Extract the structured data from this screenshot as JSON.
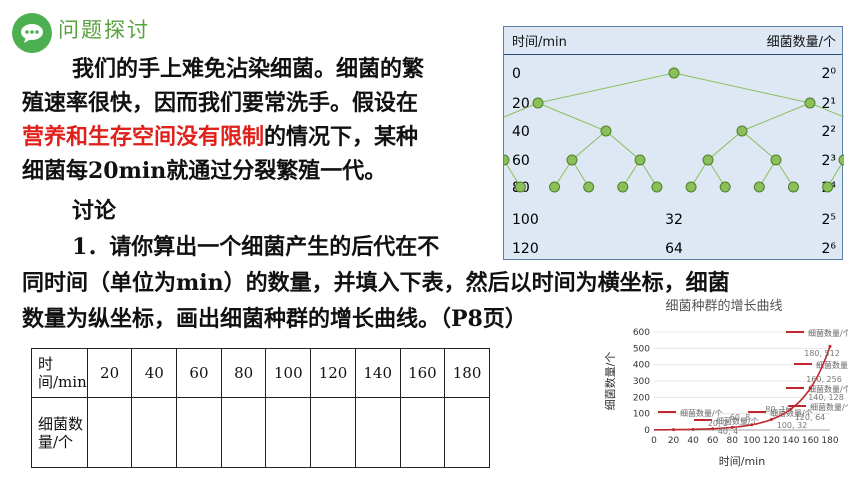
{
  "header": {
    "title": "问题探讨"
  },
  "text": {
    "p1_line1": "我们的手上难免沾染细菌。细菌的繁",
    "p1_line2": "殖速率很快，因而我们要常洗手。假设在",
    "p1_line3_red": "营养和生存空间没有限制",
    "p1_line3_rest": "的情况下，某种",
    "p1_line4": "细菌每20min就通过分裂繁殖一代。",
    "discuss": "讨论",
    "q1_line1": "1．请你算出一个细菌产生的后代在不",
    "q1_line2": "同时间（单位为min）的数量，并填入下表，然后以时间为横坐标，细菌",
    "q1_line3": "数量为纵坐标，画出细菌种群的增长曲线。（P8页）"
  },
  "tree_panel": {
    "header_left": "时间/min",
    "header_right": "细菌数量/个",
    "rows": [
      {
        "time": "0",
        "count": "",
        "exp": "2⁰"
      },
      {
        "time": "20",
        "count": "",
        "exp": "2¹"
      },
      {
        "time": "40",
        "count": "",
        "exp": "2²"
      },
      {
        "time": "60",
        "count": "",
        "exp": "2³"
      },
      {
        "time": "80",
        "count": "",
        "exp": "2⁴"
      },
      {
        "time": "100",
        "count": "32",
        "exp": "2⁵"
      },
      {
        "time": "120",
        "count": "64",
        "exp": "2⁶"
      }
    ]
  },
  "fill_table": {
    "row1_header": "时间/min",
    "row2_header": "细菌数量/个",
    "times": [
      "20",
      "40",
      "60",
      "80",
      "100",
      "120",
      "140",
      "160",
      "180"
    ]
  },
  "chart_data": {
    "type": "line",
    "title": "细菌种群的增长曲线",
    "xlabel": "时间/min",
    "ylabel": "细菌数量/个",
    "x": [
      20,
      40,
      60,
      80,
      100,
      120,
      140,
      160,
      180
    ],
    "x_ticks": [
      "0",
      "20",
      "40",
      "60",
      "80",
      "100",
      "120",
      "140",
      "160",
      "180"
    ],
    "y": [
      2,
      4,
      8,
      16,
      32,
      64,
      128,
      256,
      512
    ],
    "y_ticks": [
      "0",
      "100",
      "200",
      "300",
      "400",
      "500",
      "600"
    ],
    "xlim": [
      0,
      180
    ],
    "ylim": [
      0,
      600
    ],
    "line_color": "#c0262d",
    "legend_labels": [
      "细菌数量/个",
      "细菌数量/个",
      "细菌数量/个",
      "细菌数量/个",
      "细菌数量/个",
      "细菌数量/个",
      "细菌数量/个"
    ],
    "data_labels": [
      "180, 512",
      "160, 256",
      "140, 128",
      "120, 64",
      "100, 32",
      "80, 16",
      "60, 8",
      "20, 2",
      "40, 4"
    ]
  },
  "colors": {
    "accent_green": "#56a23c",
    "highlight_red": "#e0201b",
    "panel_bg": "#dde8f4",
    "node_green": "#8bbf5a"
  }
}
